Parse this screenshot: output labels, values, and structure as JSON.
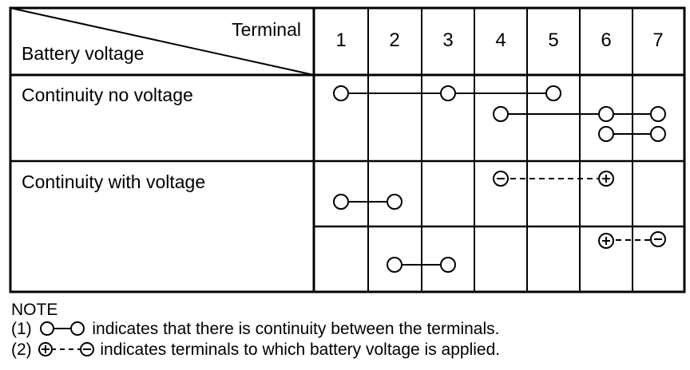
{
  "header": {
    "corner_top": "Terminal",
    "corner_bottom": "Battery voltage",
    "terminals": [
      "1",
      "2",
      "3",
      "4",
      "5",
      "6",
      "7"
    ]
  },
  "rows": [
    {
      "label": "Continuity no voltage",
      "continuity_links": [
        {
          "from": "1",
          "to": "5",
          "nodes": [
            "1",
            "3",
            "5"
          ]
        },
        {
          "from": "4",
          "to": "7",
          "nodes": [
            "4",
            "6",
            "7"
          ]
        },
        {
          "from": "6",
          "to": "7",
          "nodes": [
            "6",
            "7"
          ]
        }
      ]
    },
    {
      "label": "Continuity with voltage",
      "conditions": [
        {
          "battery": {
            "negative": "4",
            "positive": "6"
          },
          "continuity_links": [
            {
              "from": "1",
              "to": "2",
              "nodes": [
                "1",
                "2"
              ]
            }
          ]
        },
        {
          "battery": {
            "positive": "6",
            "negative": "7"
          },
          "continuity_links": [
            {
              "from": "2",
              "to": "3",
              "nodes": [
                "2",
                "3"
              ]
            }
          ]
        }
      ]
    }
  ],
  "notes": {
    "heading": "NOTE",
    "items": [
      {
        "num": "(1)",
        "symbol": "continuity",
        "text": "indicates that there is continuity between the terminals."
      },
      {
        "num": "(2)",
        "symbol": "battery",
        "text": "indicates terminals to which battery voltage is applied."
      }
    ]
  },
  "colors": {
    "ink": "#000000",
    "paper": "#ffffff"
  }
}
